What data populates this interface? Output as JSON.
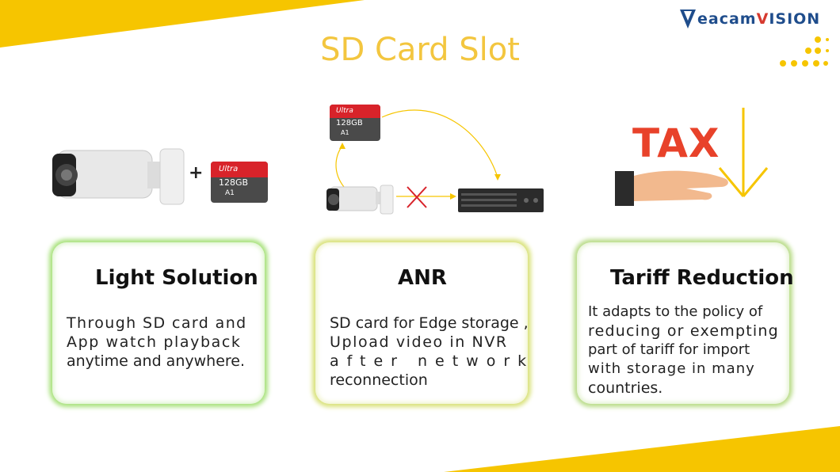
{
  "slide": {
    "title": "SD Card Slot",
    "brand": {
      "prefix": "eacam",
      "accent": "V",
      "suffix": "ISION"
    },
    "colors": {
      "accent_yellow": "#f6c500",
      "title_yellow": "#f3c63f",
      "brand_blue": "#1f4d8c",
      "brand_red": "#d63a2f",
      "sd_red": "#d8232a"
    },
    "features": [
      {
        "title": "Light Solution",
        "lines": [
          "Through SD card and",
          "App watch playback",
          "anytime and anywhere."
        ],
        "glow": "#a8e27c",
        "illustration": "bullet-camera-plus-sd-card"
      },
      {
        "title": "ANR",
        "lines": [
          "SD card for Edge storage ,",
          "Upload video in NVR",
          "after network",
          "reconnection"
        ],
        "glow": "#d9e27a",
        "illustration": "sd-camera-nvr-flow"
      },
      {
        "title": "Tariff Reduction",
        "lines": [
          "It adapts to the policy of",
          "reducing or exempting",
          "part of tariff for import",
          "with storage in many",
          "countries."
        ],
        "glow": "#b9dc88",
        "illustration": "tax-hand-down-arrow"
      }
    ],
    "illustration_labels": {
      "plus": "+",
      "sd_brand": "Ultra",
      "sd_capacity": "128GB",
      "sd_class": "A1",
      "tax": "TAX"
    }
  }
}
